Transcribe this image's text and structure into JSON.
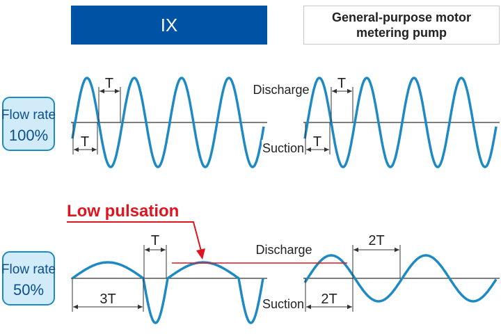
{
  "headers": {
    "ix": "IX",
    "general_purpose": "General-purpose motor metering pump"
  },
  "rows": [
    {
      "label_line1": "Flow rate",
      "label_line2": "100%"
    },
    {
      "label_line1": "Flow rate",
      "label_line2": "50%"
    }
  ],
  "labels": {
    "discharge": "Discharge",
    "suction": "Suction",
    "low_pulsation": "Low pulsation",
    "period_t": "T",
    "period_3t": "3T",
    "period_2t": "2T"
  },
  "colors": {
    "wave": "#1e8ac4",
    "header_fill": "#0052a4",
    "label_fill": "#d2ebf9",
    "label_border": "#1e8ac4",
    "label_text": "#0a4f8e",
    "highlight": "#e0141e",
    "axis": "#333333"
  }
}
